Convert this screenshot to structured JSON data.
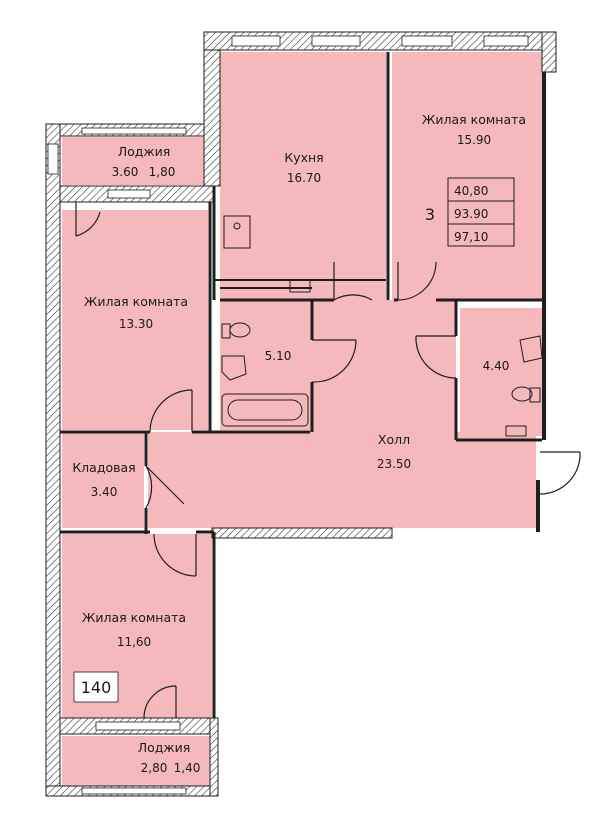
{
  "colors": {
    "room_fill": "#f5b8bb",
    "wall": "#1f1f1f",
    "hatch": "#3a3a3a",
    "background": "#ffffff"
  },
  "rooms": {
    "loggia_top": {
      "name": "Лоджия",
      "dim_a": "3.60",
      "dim_b": "1,80"
    },
    "kitchen": {
      "name": "Кухня",
      "area": "16.70"
    },
    "living_ne": {
      "name": "Жилая комната",
      "area": "15.90"
    },
    "living_w": {
      "name": "Жилая комната",
      "area": "13.30"
    },
    "bath_main": {
      "area": "5.10"
    },
    "bath_small": {
      "area": "4.40"
    },
    "storage": {
      "name": "Кладовая",
      "area": "3.40"
    },
    "hall": {
      "name": "Холл",
      "area": "23.50"
    },
    "living_sw": {
      "name": "Жилая комната",
      "area": "11,60"
    },
    "loggia_bottom": {
      "name": "Лоджия",
      "dim_a": "2,80",
      "dim_b": "1,40"
    }
  },
  "summary": {
    "rooms_count": "3",
    "living_area": "40,80",
    "total_area": "93.90",
    "total_with_loggia": "97,10"
  },
  "apartment_number": "140"
}
